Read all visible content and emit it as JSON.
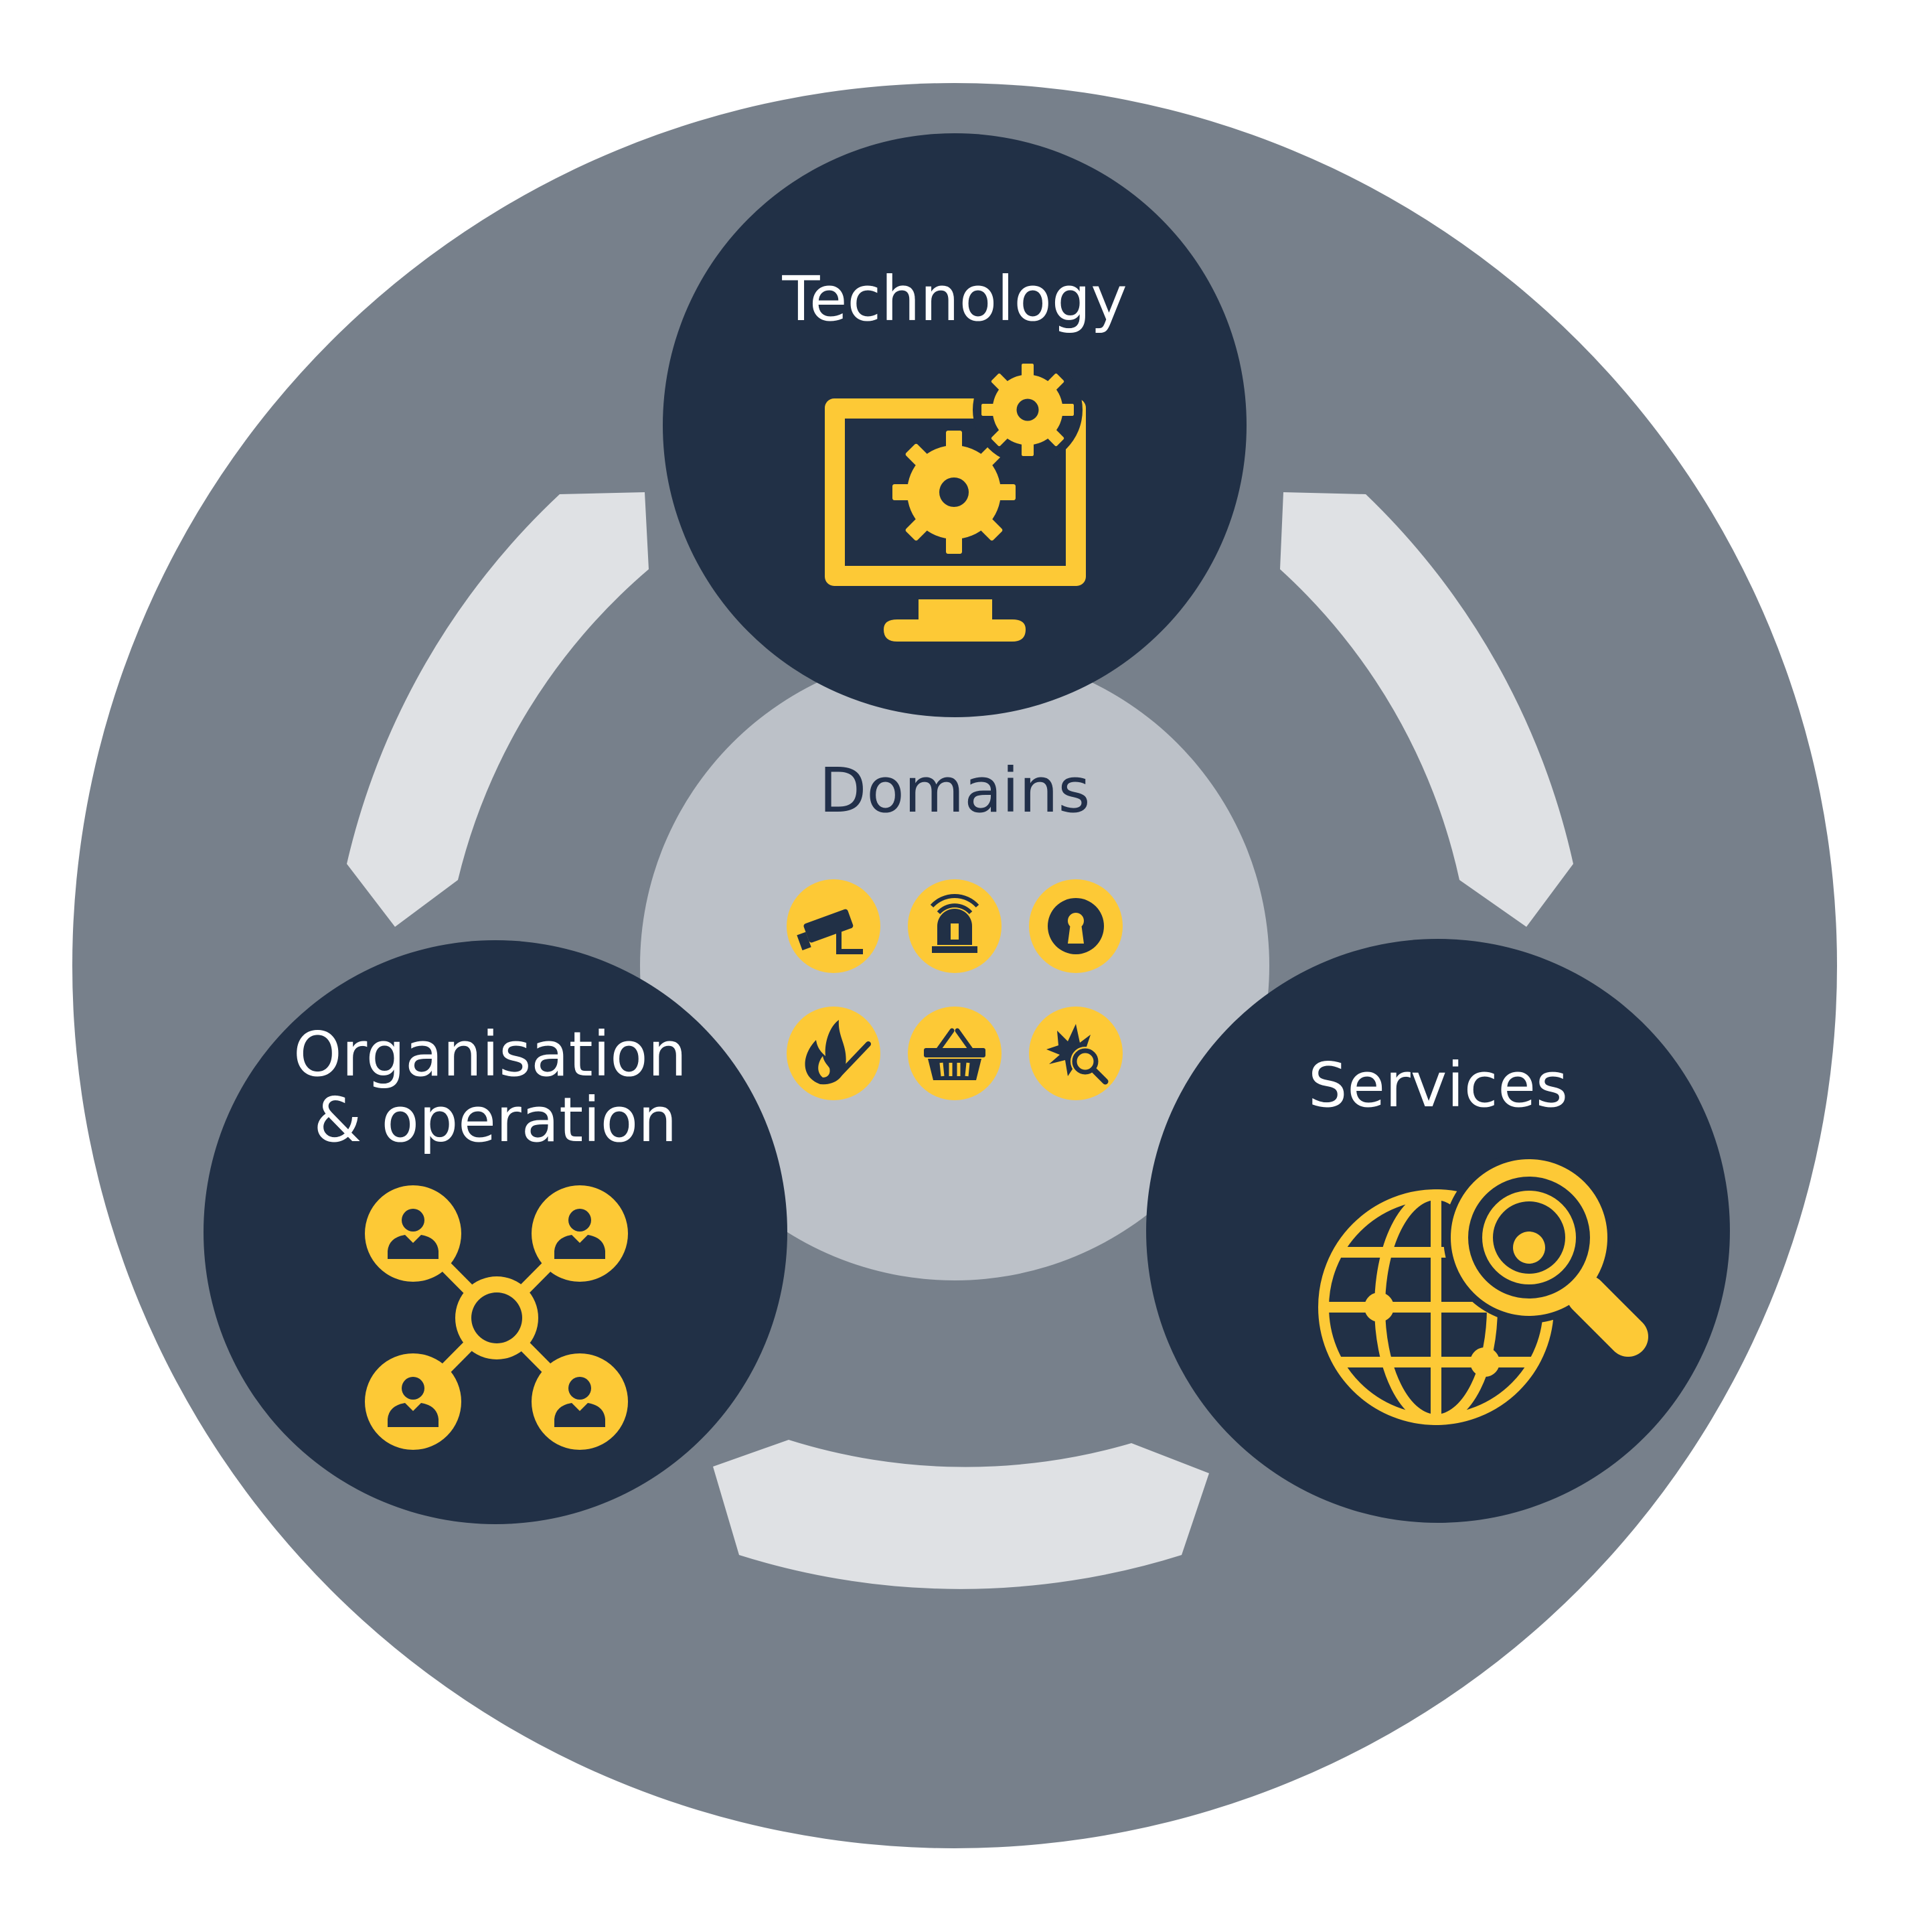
{
  "colors": {
    "background": "#ffffff",
    "outer_ring": "#77808b",
    "arrow": "#dfe1e4",
    "center_disc": "#bcc1c8",
    "node_fill": "#213046",
    "accent": "#fdc936",
    "node_text": "#ffffff",
    "center_text": "#22304a"
  },
  "center": {
    "title": "Domains",
    "icons": [
      "cctv-camera-icon",
      "alarm-siren-icon",
      "keyhole-lock-icon",
      "fire-match-icon",
      "shopping-basket-icon",
      "explosion-search-icon"
    ]
  },
  "nodes": [
    {
      "id": "technology",
      "lines": [
        "Technology"
      ],
      "icon": "monitor-gears-icon"
    },
    {
      "id": "organisation",
      "lines": [
        "Organisation",
        "& operation"
      ],
      "icon": "people-network-icon"
    },
    {
      "id": "services",
      "lines": [
        "Services"
      ],
      "icon": "globe-magnifier-icon"
    }
  ]
}
